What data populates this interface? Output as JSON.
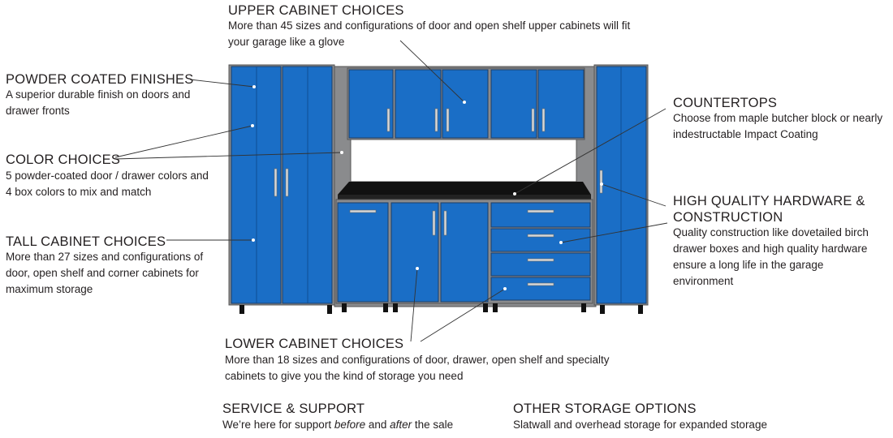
{
  "colors": {
    "cabinet_blue": "#1a6ec6",
    "cabinet_frame": "#8a8b8d",
    "countertop": "#111111",
    "text": "#231f20"
  },
  "callouts": {
    "upper": {
      "title": "UPPER CABINET CHOICES",
      "desc": "More than 45 sizes and configurations of door and open shelf upper cabinets will fit your garage like a glove"
    },
    "powder": {
      "title": "POWDER COATED FINISHES",
      "desc": "A superior durable finish on doors and drawer fronts"
    },
    "color": {
      "title": "COLOR CHOICES",
      "desc": "5 powder-coated door / drawer colors and 4 box colors to mix and match"
    },
    "tall": {
      "title": "TALL CABINET CHOICES",
      "desc": "More than 27 sizes and configurations of door, open shelf and corner cabinets for maximum storage"
    },
    "countertops": {
      "title": "COUNTERTOPS",
      "desc": "Choose from maple butcher block or nearly indestructable Impact Coating"
    },
    "hardware": {
      "title_line1": "HIGH QUALITY HARDWARE  &",
      "title_line2": "CONSTRUCTION",
      "desc": "Quality construction like dovetailed birch drawer boxes and high quality hardware ensure a long life in the garage environment"
    },
    "lower": {
      "title": "LOWER CABINET CHOICES",
      "desc": "More than 18 sizes and configurations of door, drawer, open shelf and specialty cabinets to give you the kind of storage you need"
    }
  },
  "footer": {
    "service": {
      "title": "SERVICE & SUPPORT",
      "desc_pre": "We’re here for support ",
      "desc_em1": "before",
      "desc_mid": " and ",
      "desc_em2": "after",
      "desc_post": " the sale"
    },
    "other": {
      "title": "OTHER STORAGE OPTIONS",
      "desc": "Slatwall and overhead storage for expanded storage"
    }
  }
}
